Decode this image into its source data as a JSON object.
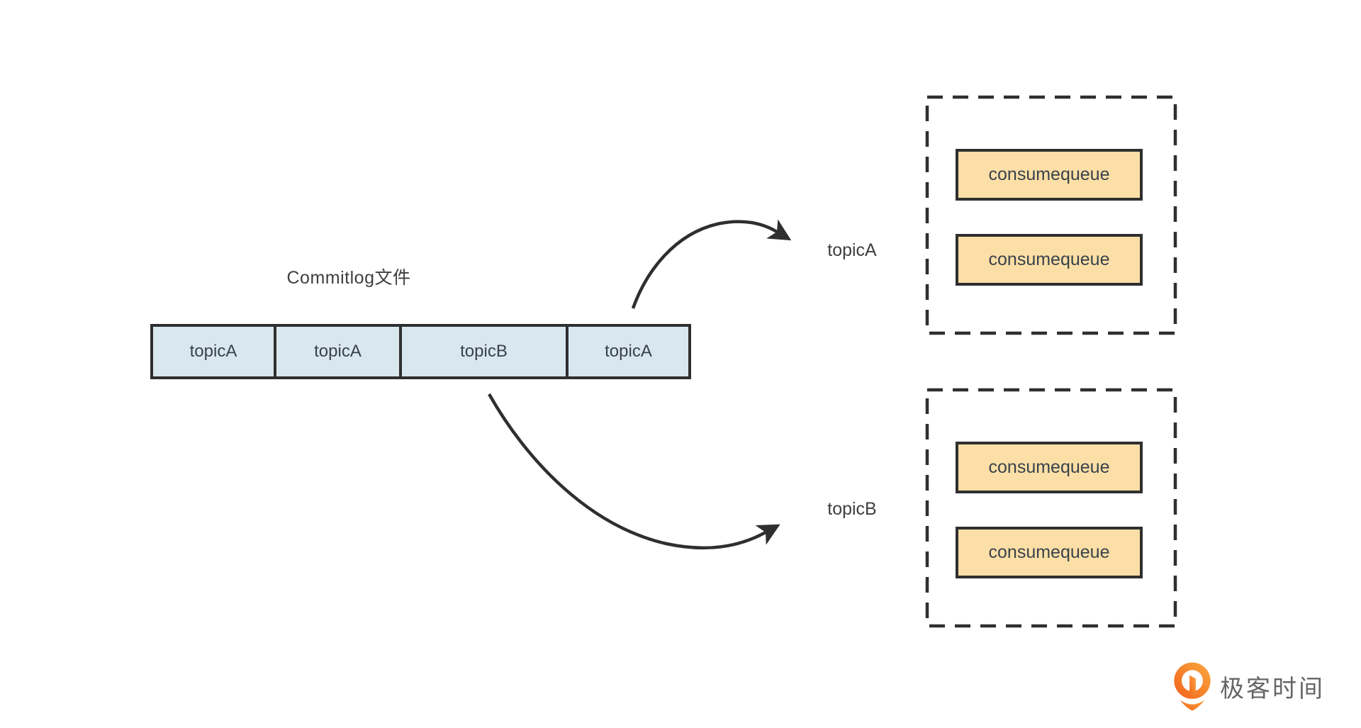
{
  "title": "Commitlog文件",
  "commitlog": {
    "segments": [
      "topicA",
      "topicA",
      "topicB",
      "topicA"
    ]
  },
  "groups": [
    {
      "label": "topicA",
      "queues": [
        "consumequeue",
        "consumequeue"
      ]
    },
    {
      "label": "topicB",
      "queues": [
        "consumequeue",
        "consumequeue"
      ]
    }
  ],
  "branding": {
    "name": "极客时间"
  },
  "colors": {
    "segment_fill": "#d9e7ef",
    "segment_text": "#39424b",
    "queue_fill": "#fcdfa6",
    "line": "#2f2f2f",
    "text": "#3f3f3f",
    "brand_orange": "#f3681f",
    "brand_orange_light": "#f9a13b",
    "brand_text": "#666666"
  }
}
